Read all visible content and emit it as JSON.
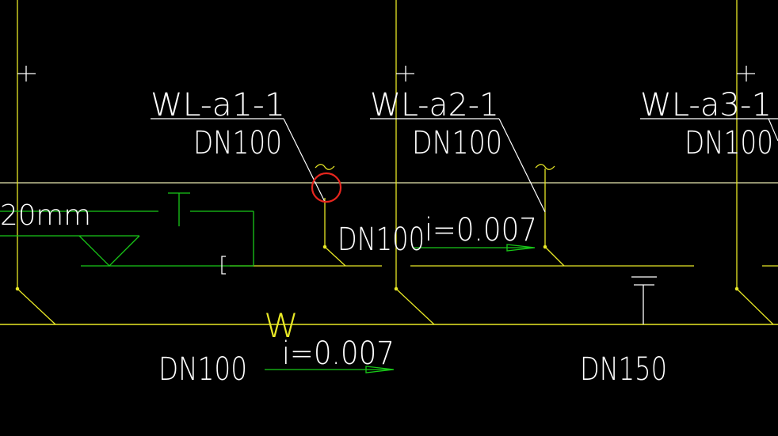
{
  "colors": {
    "background": "#000000",
    "white": "#ffffff",
    "yellow": "#e8e826",
    "green": "#18c818",
    "red": "#e8261e"
  },
  "labels": {
    "riser_1": "WL-a1-1",
    "riser_2": "WL-a2-1",
    "riser_3": "WL-a3-1",
    "riser_1_size": "DN100",
    "riser_2_size": "DN100",
    "riser_3_size": "DN100",
    "branch_size": "DN100",
    "branch_slope": "i=0.007",
    "main_size_left": "DN100",
    "main_size_right": "DN150",
    "main_slope": "i=0.007",
    "main_pipe_tag": "W",
    "depth_text": "20mm"
  }
}
